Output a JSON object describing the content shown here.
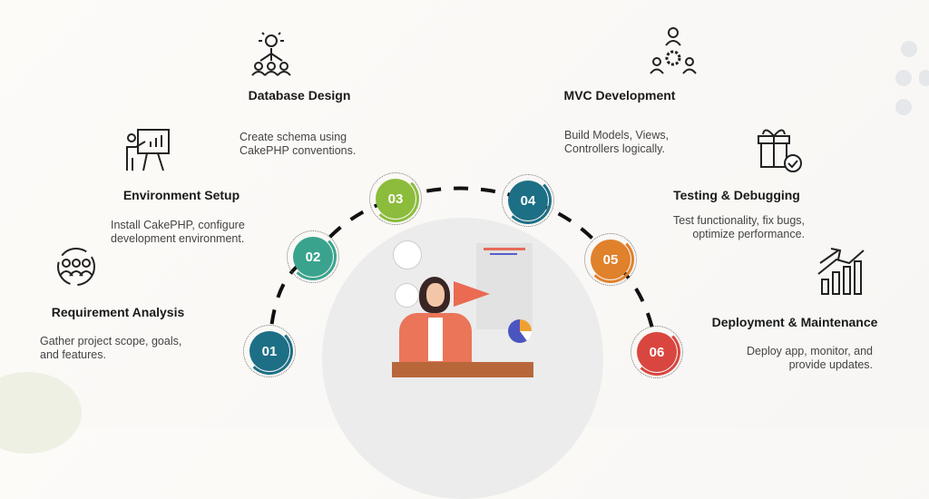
{
  "steps": [
    {
      "num": "01",
      "title": "Requirement Analysis",
      "desc": [
        "Gather project scope, goals,",
        "and features."
      ],
      "color": "#1d6f86",
      "icon": "team-cycle-icon"
    },
    {
      "num": "02",
      "title": "Environment Setup",
      "desc": [
        "Install CakePHP, configure",
        "development environment."
      ],
      "color": "#3aa38e",
      "icon": "presentation-icon"
    },
    {
      "num": "03",
      "title": "Database Design",
      "desc": [
        "Create schema using",
        "CakePHP conventions."
      ],
      "color": "#8cbc3c",
      "icon": "idea-team-icon"
    },
    {
      "num": "04",
      "title": "MVC Development",
      "desc": [
        "Build Models, Views,",
        "Controllers logically."
      ],
      "color": "#1d6f86",
      "icon": "team-gear-icon"
    },
    {
      "num": "05",
      "title": "Testing & Debugging",
      "desc": [
        "Test functionality, fix bugs,",
        "optimize performance."
      ],
      "color": "#e0812c",
      "icon": "gift-check-icon"
    },
    {
      "num": "06",
      "title": "Deployment & Maintenance",
      "desc": [
        "Deploy app, monitor, and",
        "provide updates."
      ],
      "color": "#d9463f",
      "icon": "rocket-growth-icon"
    }
  ]
}
